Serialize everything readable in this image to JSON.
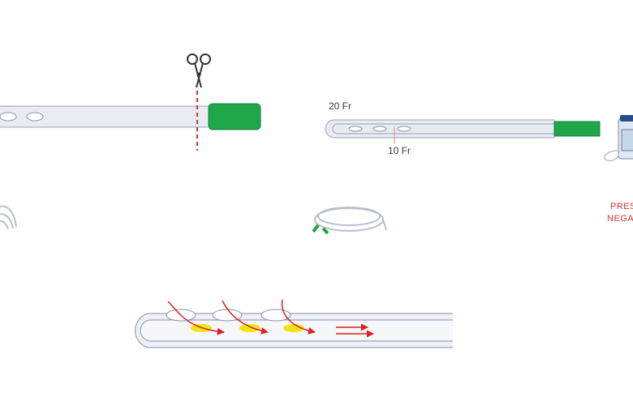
{
  "labels": {
    "outer_size": "20 Fr",
    "inner_size": "10 Fr",
    "pressure_line1": "PRES",
    "pressure_line2": "NEGA"
  },
  "colors": {
    "tube_fill": "#e8ebf2",
    "tube_stroke": "#9aa2b4",
    "connector_green": "#1fa64a",
    "cut_line_red": "#d8342c",
    "flow_arrow_red": "#e02020",
    "particle_yellow": "#f2e313"
  },
  "icons": [
    "scissors-icon",
    "tubing-coil-icon",
    "suction-canister-icon"
  ]
}
